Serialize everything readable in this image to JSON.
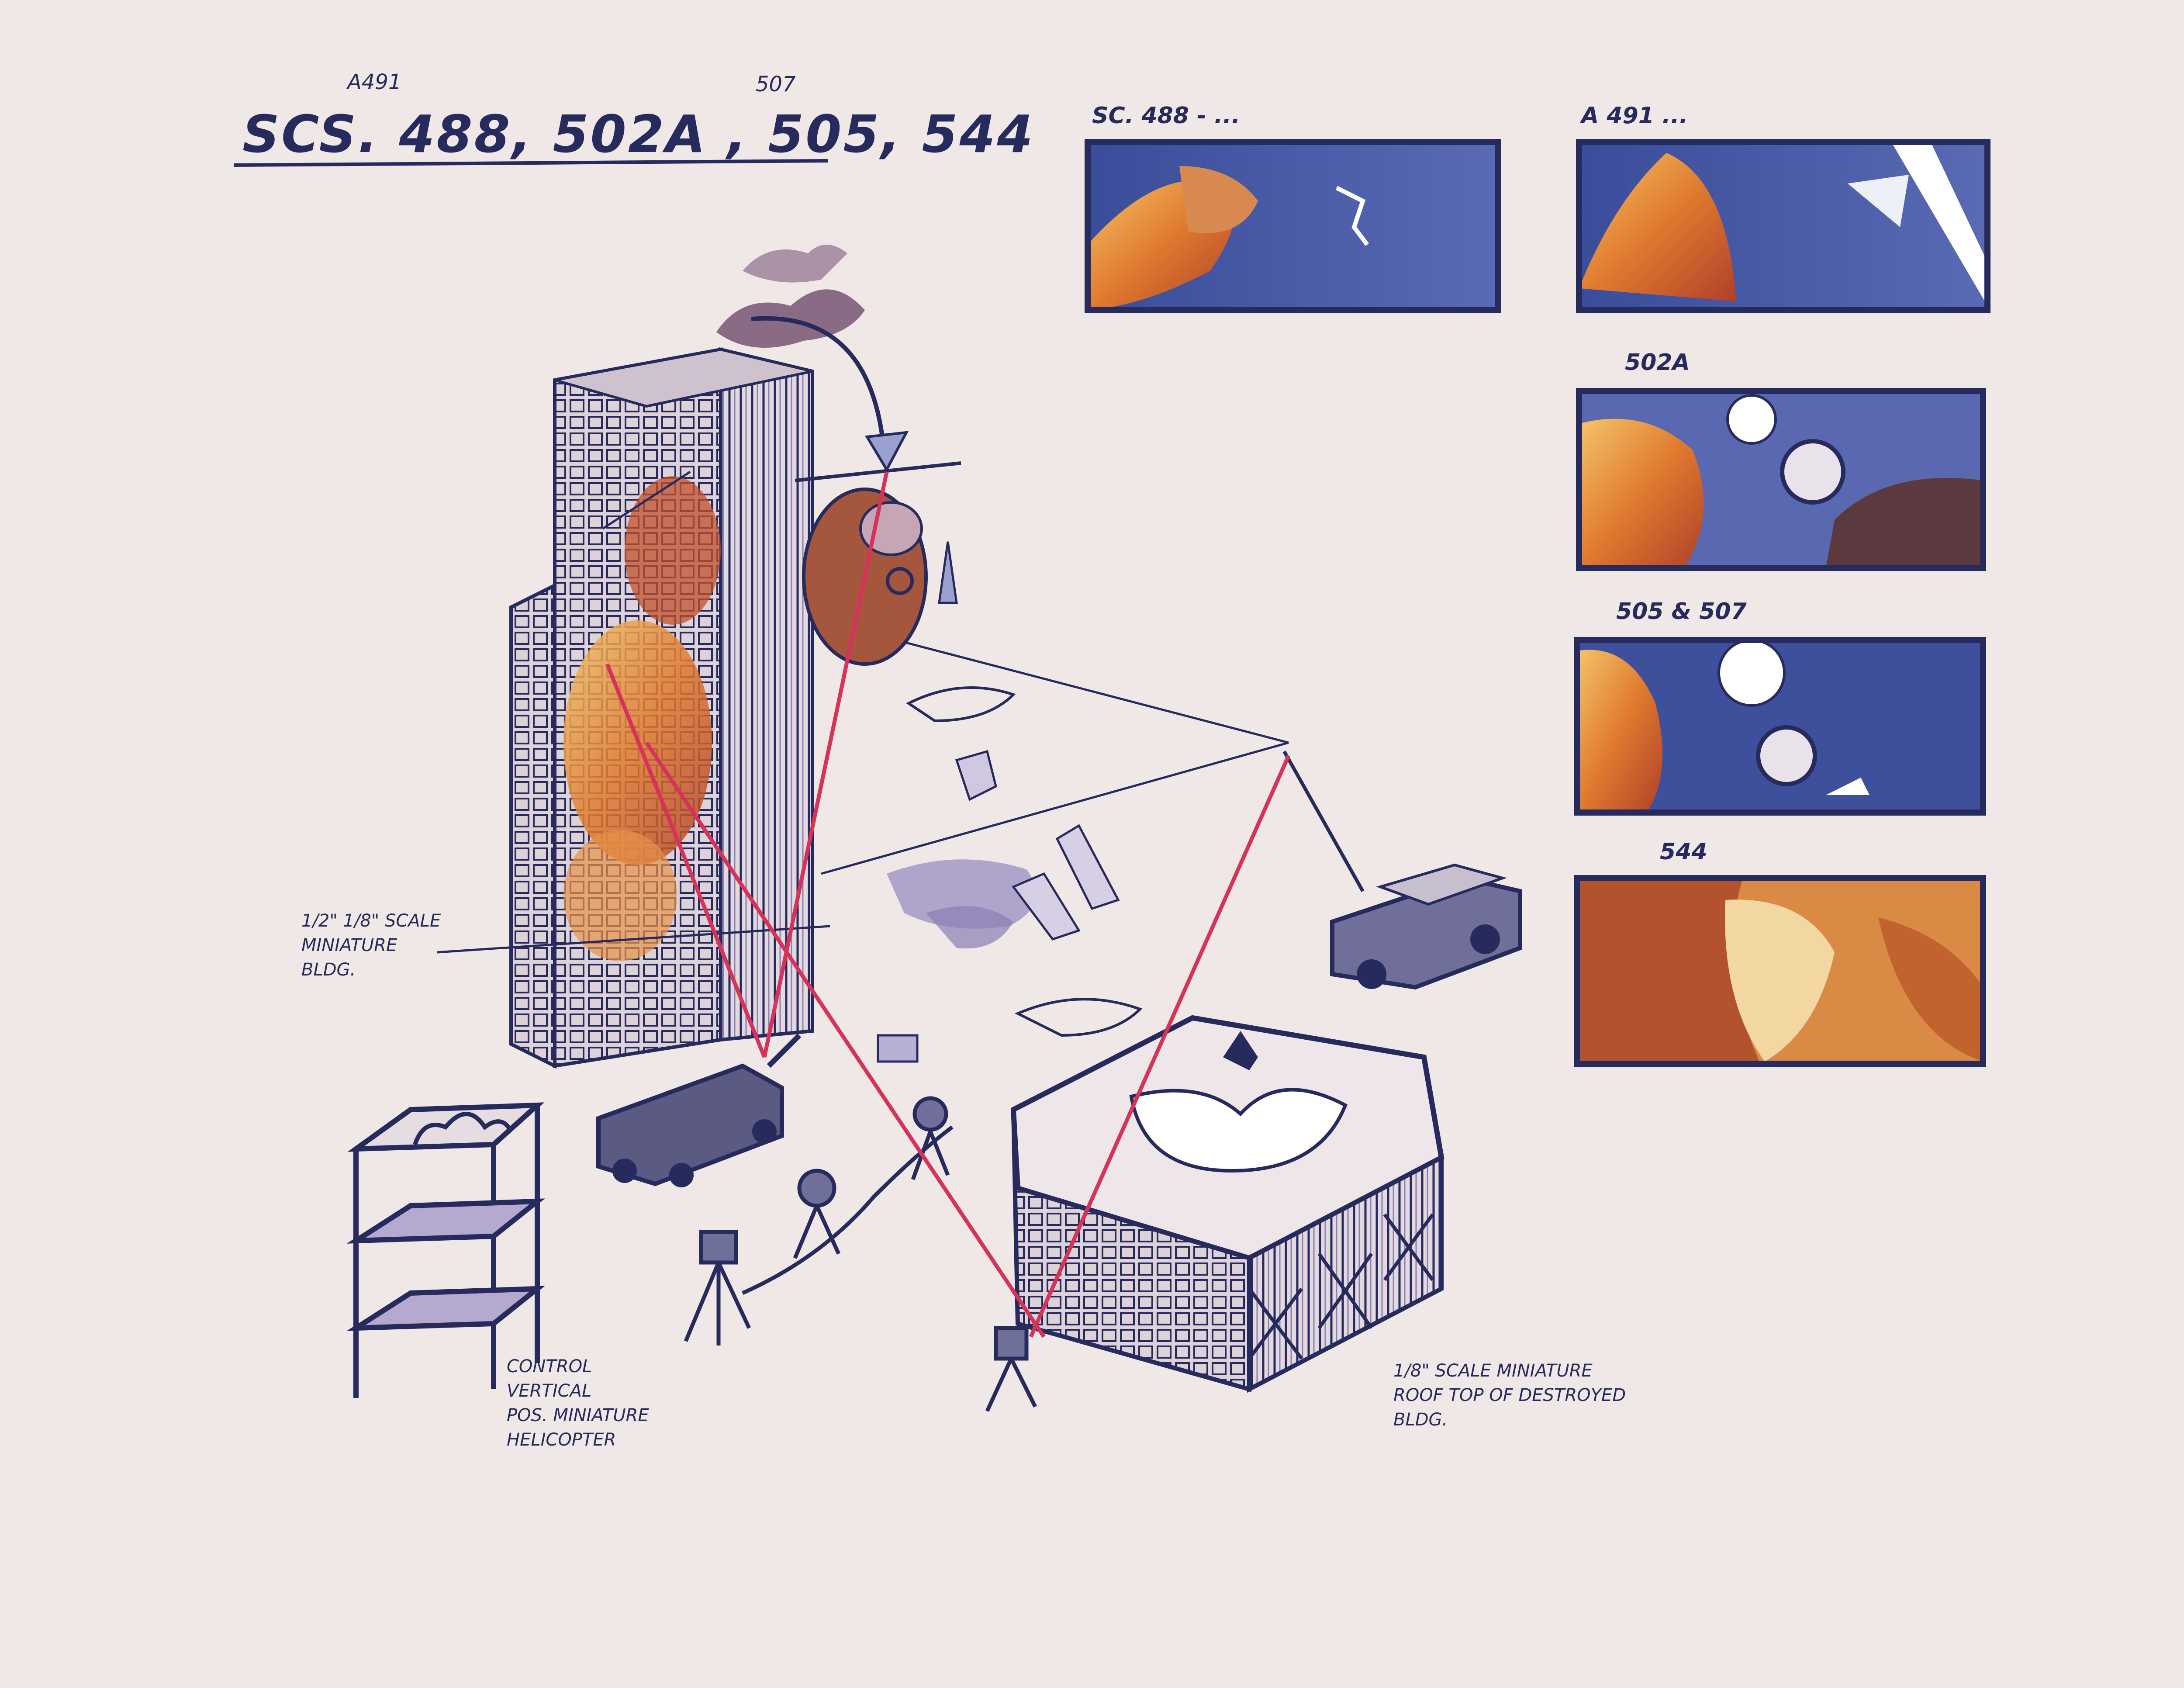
{
  "sheet": {
    "title": "SCS. 488, 502A , 505, 544",
    "title_superscripts": [
      "A491",
      "507"
    ],
    "panels": [
      {
        "label": "SC. 488 - ..."
      },
      {
        "label": "A 491 ..."
      },
      {
        "label": "502A"
      },
      {
        "label": "505 & 507"
      },
      {
        "label": "544"
      }
    ],
    "notes": [
      "CONTROL\nVERTICAL\nPOS. MINIATURE\nHELICOPTER",
      "1/8\" SCALE MINIATURE\nROOF TOP OF DESTROYED\nBLDG.",
      "1/2\" 1/8\" SCALE\nMINIATURE\nBLDG."
    ]
  },
  "colors": {
    "ink": "#262a5c",
    "paper": "#efe8e6",
    "fire": "#e07a2e",
    "sky": "#3a4d9a",
    "laser": "#d6335a"
  }
}
